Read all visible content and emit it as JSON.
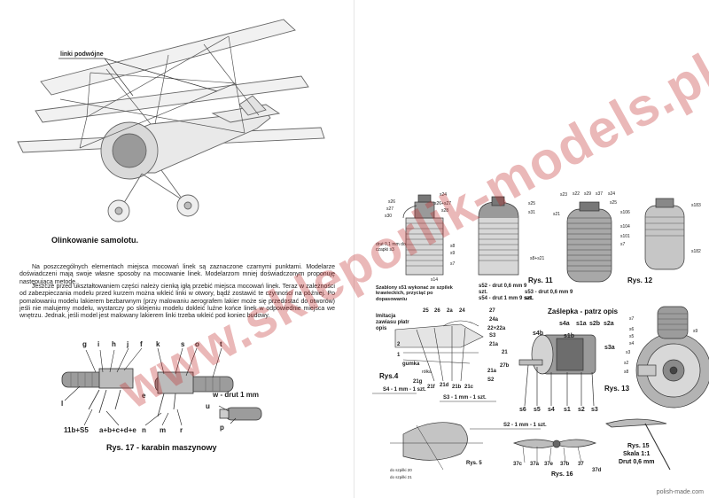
{
  "left": {
    "double_lines_label": "linki podwójne",
    "section_title": "Olinkowanie samolotu.",
    "paragraphs": [
      "Na poszczególnych elementach miejsca mocowań linek są zaznaczone czarnymi punktami. Modelarze doświadczeni mają swoje własne sposoby na mocowanie linek. Modelarzom mniej doświadczonym proponuję następującą metodę.",
      "Jeszcze przed ukształtowaniem części należy cienką igłą przebić miejsca mocowań linek. Teraz w zależności od zabezpieczania modelu przed kurzem można wkleić linki w otwory, bądź zostawić te czynności na później. Po pomalowaniu modelu lakierem bezbarwnym (przy malowaniu aerografem lakier może się przedostać do otworów) jeśli nie malujemy modelu, wystarczy po sklejeniu modelu dokleić luźne końce linek w odpowiednie miejsca we wnętrzu. Jednak, jeśli model jest malowany lakierem linki trzeba wkleić pod koniec budowy."
    ],
    "gun_labels_top": [
      "g",
      "i",
      "h",
      "j",
      "f",
      "k",
      "s",
      "o",
      "t"
    ],
    "gun_label_l": "l",
    "gun_label_e": "e",
    "gun_label_u": "u",
    "gun_label_p": "p",
    "wire_label": "w - drut 1 mm",
    "gun_bottom_labels": [
      "11b+S5",
      "a+b+c+d+e",
      "n",
      "m",
      "r"
    ],
    "gun_caption": "Rys. 17 - karabin maszynowy"
  },
  "right": {
    "rys11_caption": "Rys. 11",
    "rys11_labels": [
      "s24",
      "s26",
      "s26+s27",
      "s27",
      "s30",
      "s28",
      "s25",
      "s31",
      "s8",
      "s9",
      "s7",
      "s8+s21",
      "s14"
    ],
    "wire_note": "drut 0,1 mm do czapki s3",
    "template_note": "Szablony s51 wykonać ze szpilek krawieckich, przyciąć po dopasowaniu",
    "s52_note": "s52 - drut 0,6 mm 9 szt.",
    "s53_note": "s53 - drut 0,6 mm 9 szt.",
    "s54_note": "s54 - drut 1 mm 9 szt.",
    "rys12_caption": "Rys. 12",
    "rys12_labels": [
      "s23",
      "s22",
      "s29",
      "s37",
      "s24",
      "s25",
      "s21",
      "s183",
      "s106",
      "s104",
      "s101",
      "s7",
      "s182"
    ],
    "struts_title": "Imitacja zawiasu płatr opis",
    "rys4_caption": "Rys.4",
    "rys4_labels": [
      "25",
      "26",
      "2a",
      "24",
      "27",
      "24a",
      "22+22a",
      "S3",
      "21a",
      "21",
      "27b",
      "21a",
      "S2",
      "2",
      "1",
      "gumka",
      "rółka",
      "21g",
      "21f",
      "21b",
      "21c",
      "21d"
    ],
    "s4_note": "S4 - 1 mm - 1 szt.",
    "s3_note": "S3 - 1 mm - 1 szt.",
    "s2_note": "S2 - 1 mm - 1 szt.",
    "rys5_caption": "Rys. 5",
    "rys5_notes": [
      "do szpilki 20",
      "do szpilki 21"
    ],
    "cowl_title": "Zaślepka - patrz opis",
    "cowl_labels": [
      "s4a",
      "s1a",
      "s2b",
      "s2a",
      "s4b",
      "s1b",
      "s3a",
      "s6",
      "s5",
      "s4",
      "s1",
      "s2",
      "s3"
    ],
    "rys13_caption": "Rys. 13",
    "rys13_labels": [
      "s7",
      "s6",
      "s5",
      "s4",
      "s3",
      "s2",
      "s9",
      "s8"
    ],
    "prop_labels": [
      "37c",
      "37a",
      "37e",
      "37b",
      "37",
      "37d"
    ],
    "rys16_caption": "Rys. 16",
    "rys15_caption": "Rys. 15",
    "rys15_scale": "Skala 1:1",
    "rys15_wire": "Drut 0,6 mm"
  },
  "watermark": "www.skleporlik-models.pl",
  "footer": "polish-made.com"
}
